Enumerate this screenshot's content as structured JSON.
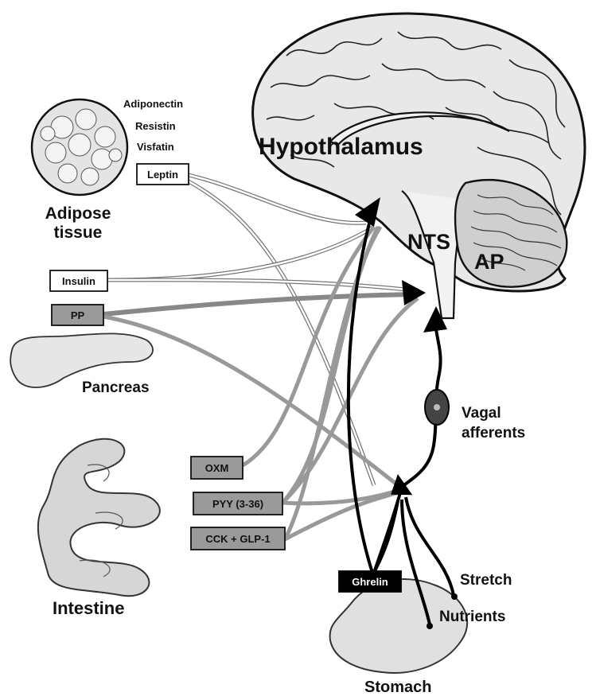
{
  "regions": {
    "hypothalamus": "Hypothalamus",
    "nts": "NTS",
    "ap": "AP",
    "vagal_afferents_line1": "Vagal",
    "vagal_afferents_line2": "afferents",
    "adipose_line1": "Adipose",
    "adipose_line2": "tissue",
    "pancreas": "Pancreas",
    "intestine": "Intestine",
    "stomach": "Stomach",
    "stretch": "Stretch",
    "nutrients": "Nutrients"
  },
  "adipokines": [
    "Adiponectin",
    "Resistin",
    "Visfatin"
  ],
  "hormone_boxes": {
    "leptin": "Leptin",
    "insulin": "Insulin",
    "pp": "PP",
    "oxm": "OXM",
    "pyy": "PYY (3-36)",
    "cck_glp1": "CCK + GLP-1",
    "ghrelin": "Ghrelin"
  },
  "colors": {
    "ink": "#111111",
    "organ_fill": "#d9d9d9",
    "brain_fill": "#e6e6e6",
    "box_gray": "#9a9a9a",
    "box_white": "#ffffff",
    "box_black": "#000000"
  }
}
